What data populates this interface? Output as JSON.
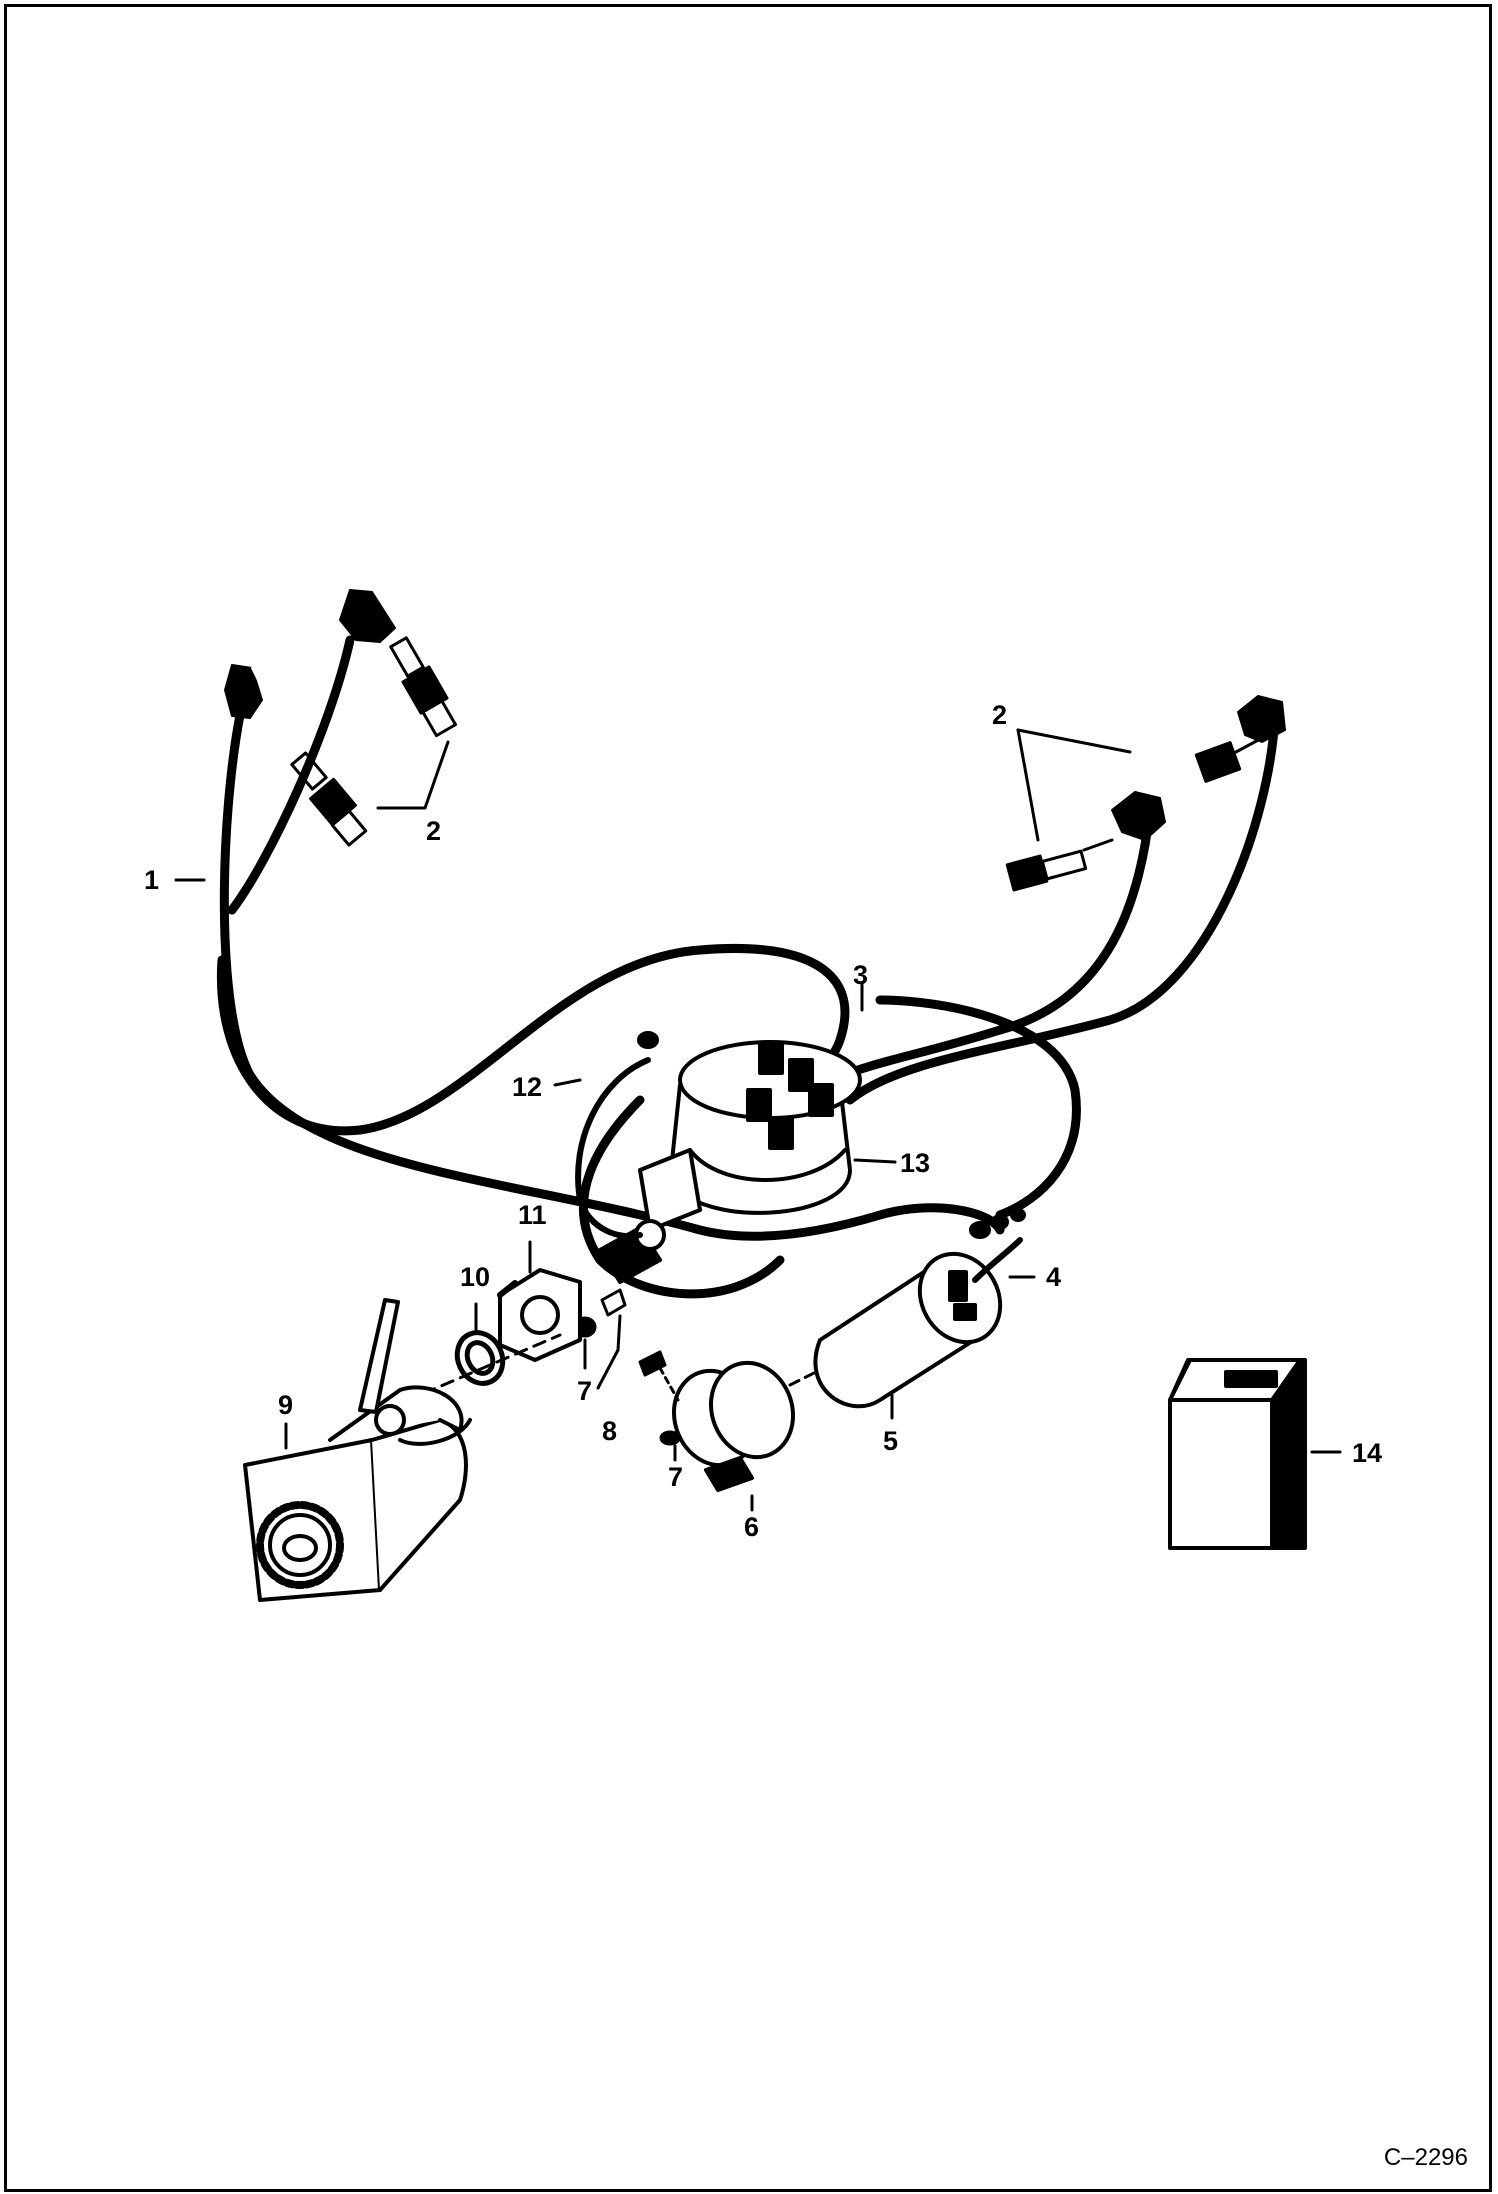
{
  "callouts": {
    "c1": "1",
    "c2_left": "2",
    "c2_right": "2",
    "c3": "3",
    "c4": "4",
    "c5": "5",
    "c6": "6",
    "c7_a": "7",
    "c7_b": "7",
    "c8": "8",
    "c9": "9",
    "c10": "10",
    "c11": "11",
    "c12": "12",
    "c13": "13",
    "c14": "14"
  },
  "figure_code": "C–2296",
  "colors": {
    "ink": "#000000",
    "paper": "#ffffff"
  }
}
